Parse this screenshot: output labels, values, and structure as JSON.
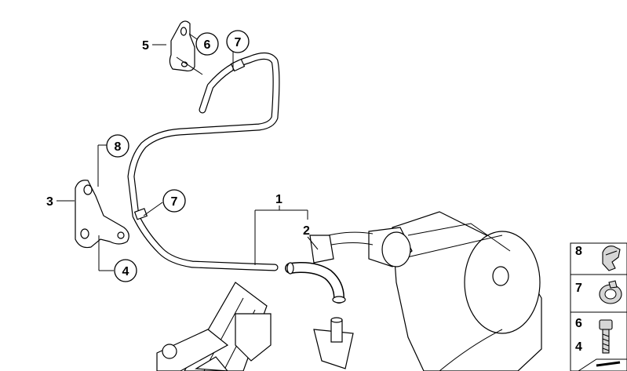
{
  "diagram": {
    "callouts": {
      "c1": "1",
      "c2": "2",
      "c3": "3",
      "c4": "4",
      "c5": "5",
      "c6": "6",
      "c7a": "7",
      "c7b": "7",
      "c8": "8"
    },
    "legend": [
      {
        "number": "8",
        "icon": "hose-clip-icon"
      },
      {
        "number": "7",
        "icon": "clamp-icon"
      },
      {
        "number": "6",
        "icon": "bolt-icon"
      },
      {
        "number": "4",
        "icon": "bolt-icon"
      }
    ]
  }
}
